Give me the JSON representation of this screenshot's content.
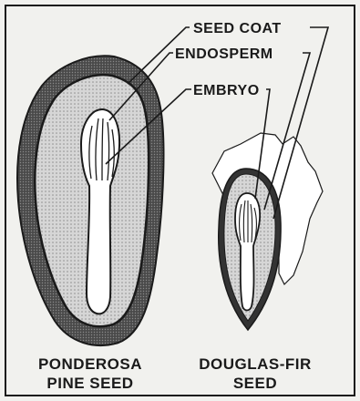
{
  "labels": {
    "seed_coat": "SEED COAT",
    "endosperm": "ENDOSPERM",
    "embryo": "EMBRYO"
  },
  "captions": {
    "ponderosa_line1": "PONDEROSA",
    "ponderosa_line2": "PINE SEED",
    "douglas_line1": "DOUGLAS-FIR",
    "douglas_line2": "SEED"
  },
  "colors": {
    "background": "#f1f1ee",
    "ink": "#1a1a1a",
    "seed_coat_fill": "#555555",
    "endosperm_fill": "#c9c9c9"
  }
}
